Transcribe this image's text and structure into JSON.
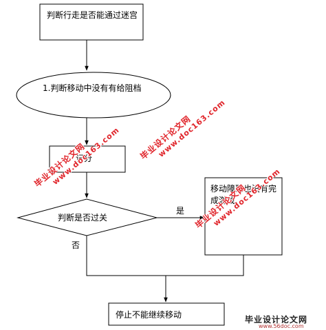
{
  "nodes": {
    "n1": "判断行走是否能通过迷宫",
    "n2": "1.判断移动中没有有给阻档",
    "n3": "记分",
    "n4": "判断是否过关",
    "n5": "移动障碍也没有完成游戏.",
    "n6": "停止不能继续移动"
  },
  "edges": {
    "yes": "是",
    "no": "否"
  },
  "watermarks": {
    "w1": "毕业设计论文网",
    "w1_url": "www.doc163.com",
    "w2": "毕业设计论文网",
    "w2_url": "www.doc163.com",
    "w3": "毕业设计论文网",
    "w3_url": "www.doc163.com",
    "corner": "毕业设计论文网",
    "corner_url": "www.56doc.com"
  },
  "colors": {
    "watermark": "#e0242a",
    "stroke": "#000000"
  }
}
